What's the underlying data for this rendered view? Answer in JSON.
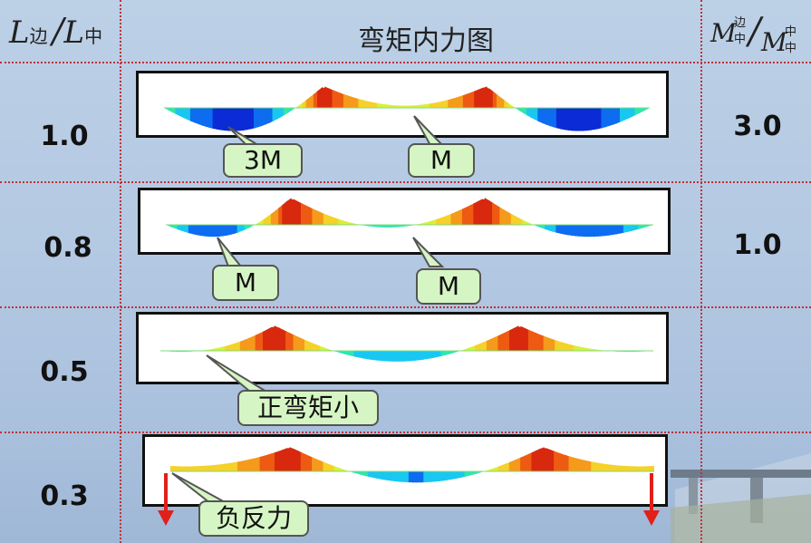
{
  "header": {
    "col1": {
      "L1": "L",
      "sub1": "边",
      "L2": "L",
      "sub2": "中"
    },
    "col2": "弯矩内力图",
    "col3": {
      "M1": "M",
      "sup1": "边",
      "sub1": "中",
      "M2": "M",
      "sup2": "中",
      "sub2": "中"
    }
  },
  "rows": [
    {
      "length_ratio": "1.0",
      "moment_ratio": "3.0",
      "labels": [
        "3M",
        "M"
      ]
    },
    {
      "length_ratio": "0.8",
      "moment_ratio": "1.0",
      "labels": [
        "M",
        "M"
      ]
    },
    {
      "length_ratio": "0.5",
      "moment_ratio": "",
      "labels": [
        "正弯矩小"
      ]
    },
    {
      "length_ratio": "0.3",
      "moment_ratio": "",
      "labels": [
        "负反力"
      ]
    }
  ],
  "colors": {
    "grid": "#c0303a",
    "positive_moment": "#0a2bd6",
    "negative_moment": "#e8440a",
    "callout_fill": "#d6f5c4",
    "reaction_arrow": "#e0201a"
  }
}
